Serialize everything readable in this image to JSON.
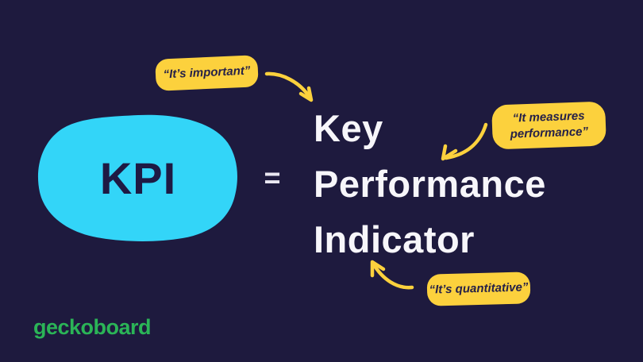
{
  "colors": {
    "bg": "#1e1a3e",
    "blob": "#33d5f8",
    "blob-text": "#1e1a44",
    "yellow": "#fcd13d",
    "badge-text": "#262148",
    "white-text": "#f7f6fa",
    "equals-color": "#e9e7f1",
    "logo-green": "#2bb457"
  },
  "acronym": {
    "label": "KPI"
  },
  "equals": "=",
  "definition": {
    "line1": "Key",
    "line2": "Performance",
    "line3": "Indicator"
  },
  "callouts": {
    "important": "“It’s important”",
    "measures": "“It measures performance”",
    "quantitative": "“It’s quantitative”"
  },
  "logo": {
    "text": "geckoboard"
  }
}
